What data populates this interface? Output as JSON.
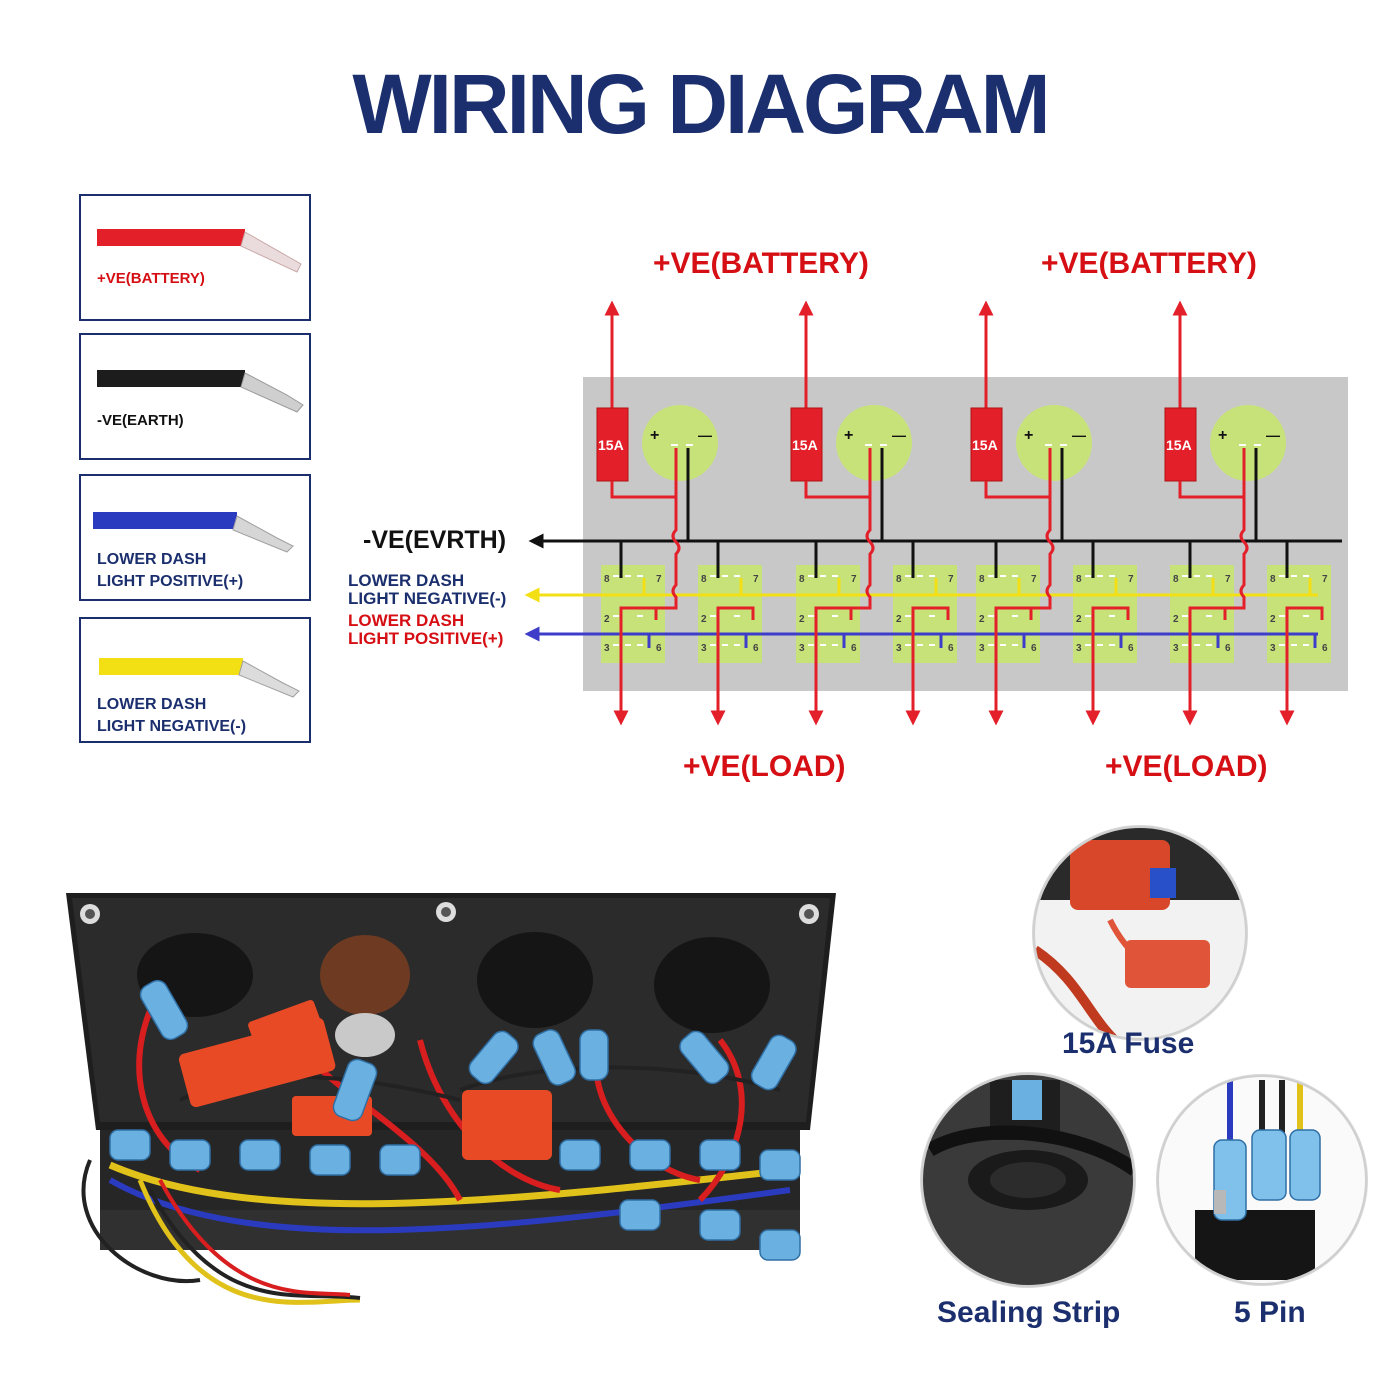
{
  "title": "WIRING DIAGRAM",
  "legend": [
    {
      "label": "+VE(BATTERY)",
      "wire_color": "#e3202a",
      "text_color": "#d50f14"
    },
    {
      "label": "-VE(EARTH)",
      "wire_color": "#1c1c1c",
      "text_color": "#111111"
    },
    {
      "label_lines": [
        "LOWER DASH",
        "LIGHT POSITIVE(+)"
      ],
      "wire_color": "#2b3bbf",
      "text_color": "#1b2f6e"
    },
    {
      "label_lines": [
        "LOWER DASH",
        "LIGHT NEGATIVE(-)"
      ],
      "wire_color": "#f2df14",
      "text_color": "#1b2f6e"
    }
  ],
  "diagram": {
    "battery_labels": [
      "+VE(BATTERY)",
      "+VE(BATTERY)"
    ],
    "load_labels": [
      "+VE(LOAD)",
      "+VE(LOAD)"
    ],
    "earth_label": "-VE(EVRTH)",
    "dash_negative_lines": [
      "LOWER DASH",
      "LIGHT NEGATIVE(-)"
    ],
    "dash_positive_lines": [
      "LOWER DASH",
      "LIGHT POSITIVE(+)"
    ],
    "fuse_label": "15A",
    "socket_plus": "+",
    "socket_minus": "—",
    "switch_pins": [
      "8",
      "7",
      "2",
      "3",
      "6"
    ],
    "colors": {
      "red": "#e3202a",
      "black": "#111111",
      "yellow": "#f2df14",
      "blue": "#3d3dc9",
      "panel": "#c8c8c8",
      "green": "#c8e27a"
    }
  },
  "captions": {
    "fuse": "15A Fuse",
    "sealing": "Sealing Strip",
    "pin": "5 Pin"
  }
}
